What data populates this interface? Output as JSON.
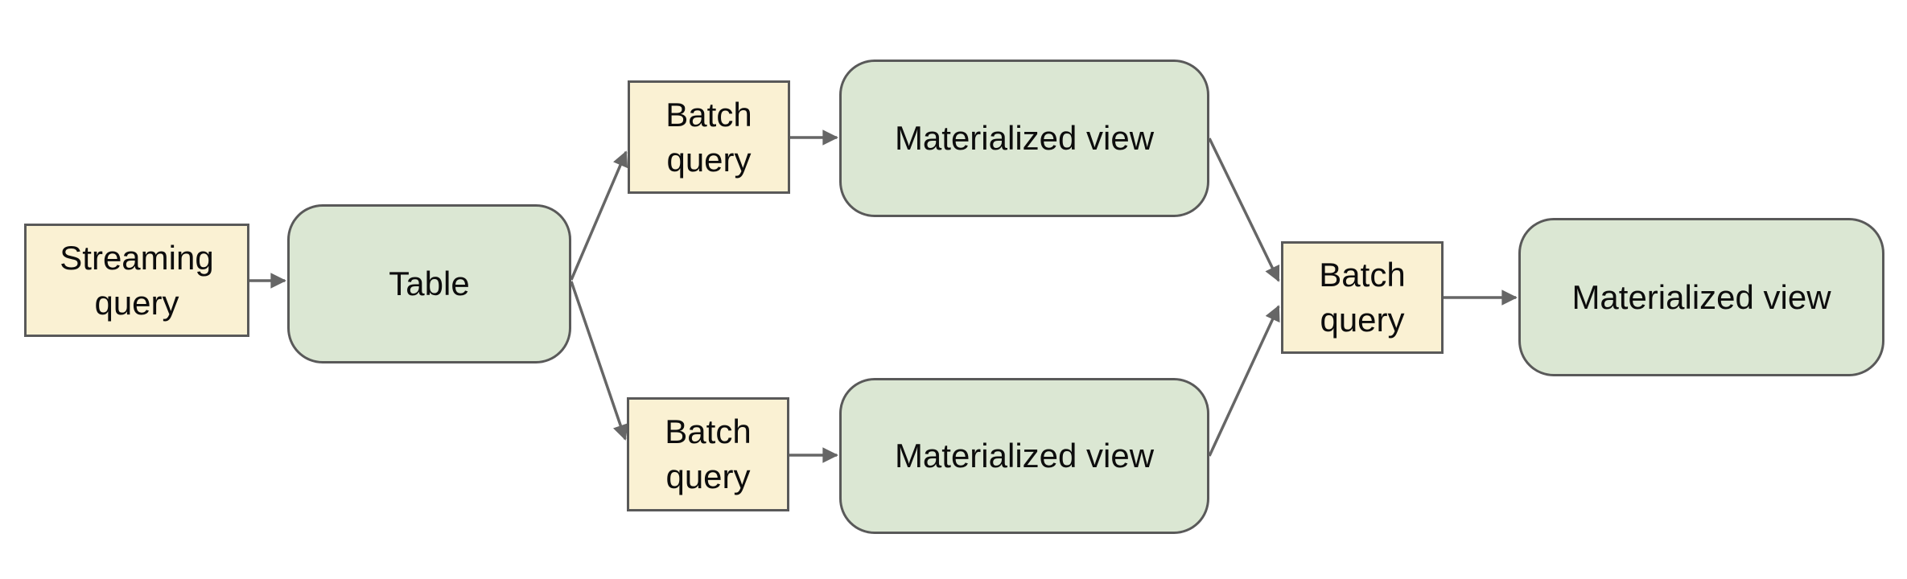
{
  "diagram": {
    "description": "Streaming query feeds a table; batch queries derive materialized views which a further batch query combines into a final materialized view",
    "colors": {
      "canvas_bg": "#ffffff",
      "query_fill": "#faf1d3",
      "entity_fill": "#dbe7d3",
      "node_border": "#595959",
      "connector": "#666666",
      "node_text": "#0d0d0d"
    },
    "nodes": [
      {
        "id": "streaming-query",
        "label": "Streaming query",
        "kind": "query"
      },
      {
        "id": "table",
        "label": "Table",
        "kind": "entity"
      },
      {
        "id": "batch-query-top",
        "label": "Batch query",
        "kind": "query"
      },
      {
        "id": "materialized-view-top",
        "label": "Materialized view",
        "kind": "entity"
      },
      {
        "id": "batch-query-bottom",
        "label": "Batch query",
        "kind": "query"
      },
      {
        "id": "materialized-view-bottom",
        "label": "Materialized view",
        "kind": "entity"
      },
      {
        "id": "batch-query-merge",
        "label": "Batch query",
        "kind": "query"
      },
      {
        "id": "materialized-view-final",
        "label": "Materialized view",
        "kind": "entity"
      }
    ],
    "edges": [
      {
        "from": "streaming-query",
        "to": "table"
      },
      {
        "from": "table",
        "to": "batch-query-top"
      },
      {
        "from": "table",
        "to": "batch-query-bottom"
      },
      {
        "from": "batch-query-top",
        "to": "materialized-view-top"
      },
      {
        "from": "batch-query-bottom",
        "to": "materialized-view-bottom"
      },
      {
        "from": "materialized-view-top",
        "to": "batch-query-merge"
      },
      {
        "from": "materialized-view-bottom",
        "to": "batch-query-merge"
      },
      {
        "from": "batch-query-merge",
        "to": "materialized-view-final"
      }
    ]
  }
}
